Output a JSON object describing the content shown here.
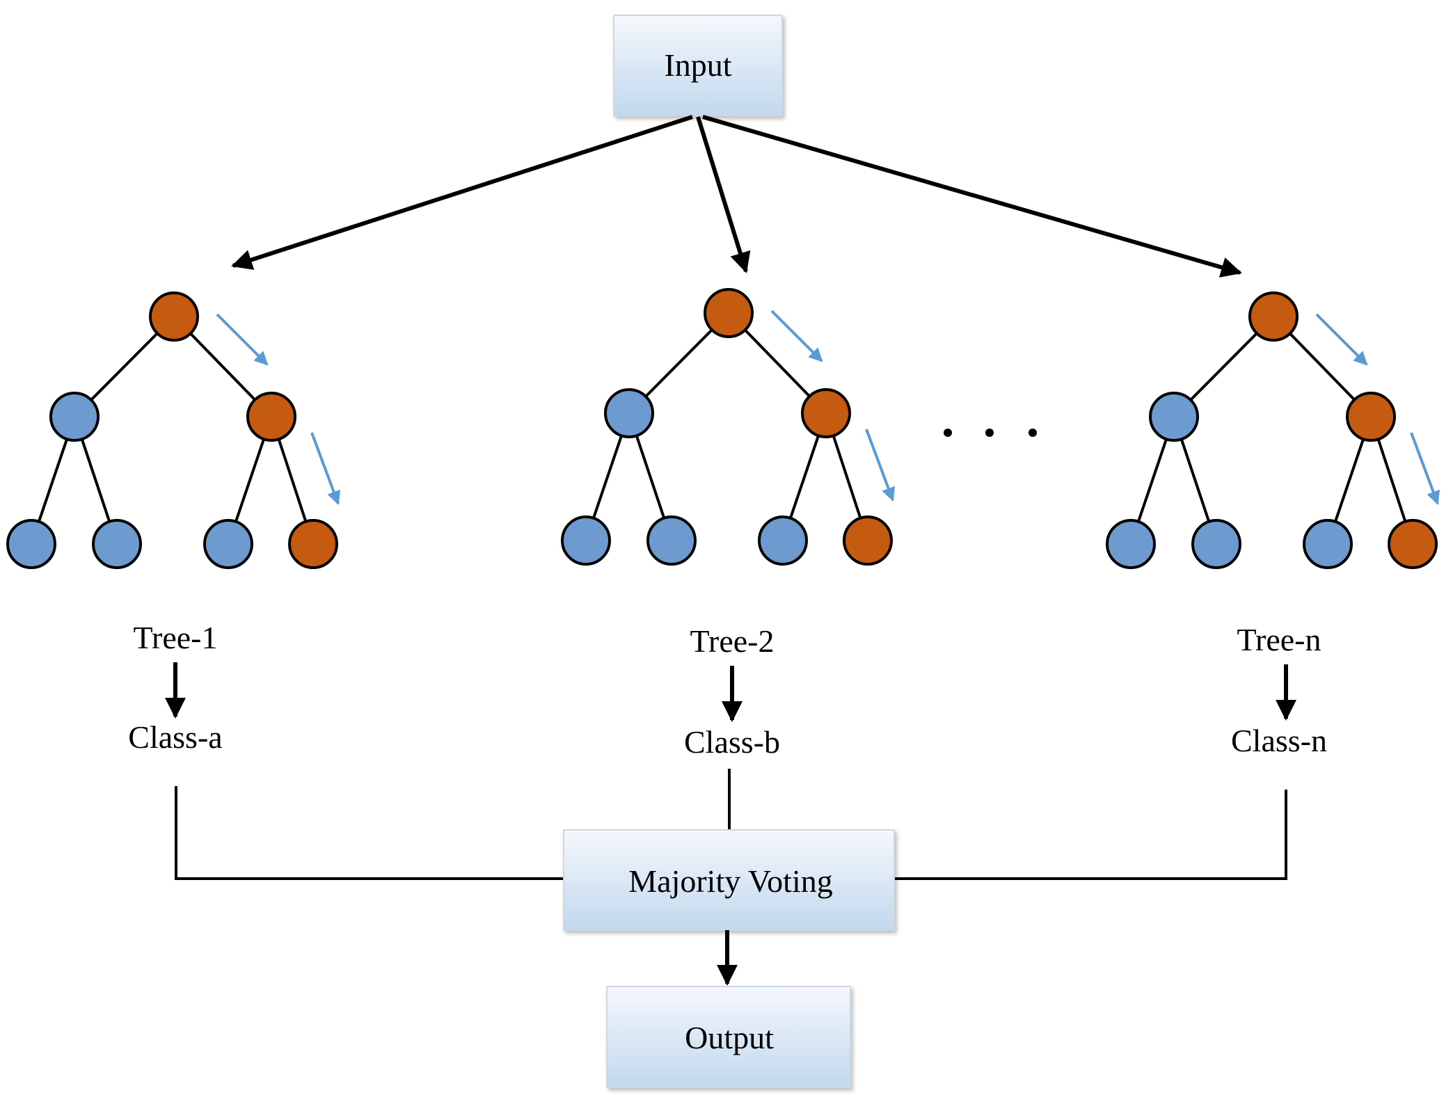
{
  "input": {
    "label": "Input"
  },
  "trees": [
    {
      "name": "Tree-1",
      "class": "Class-a"
    },
    {
      "name": "Tree-2",
      "class": "Class-b"
    },
    {
      "name": "Tree-n",
      "class": "Class-n"
    }
  ],
  "voting": {
    "label": "Majority Voting"
  },
  "output": {
    "label": "Output"
  },
  "colors": {
    "active_node": "#C55A11",
    "inactive_node": "#6E9BCF",
    "path_arrow": "#5B9BD5",
    "box_top": "#F4F8FC",
    "box_bottom": "#C2D8EE"
  }
}
